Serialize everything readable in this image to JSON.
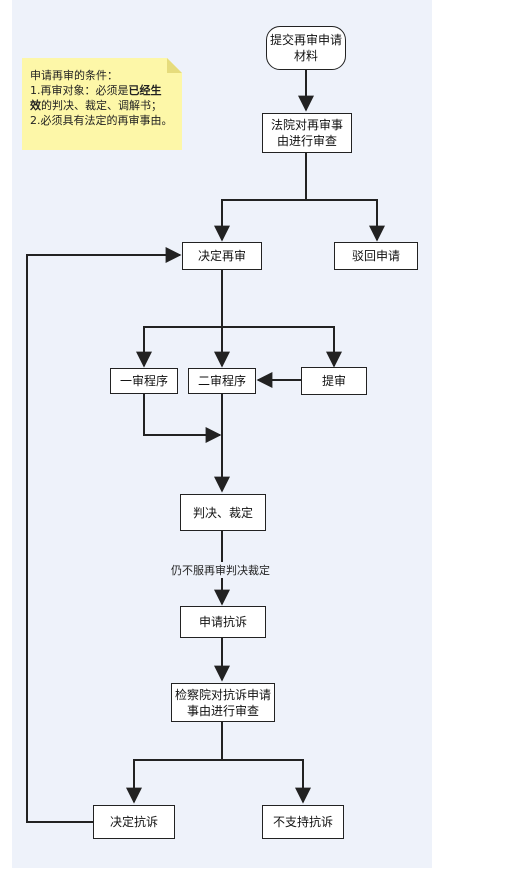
{
  "colors": {
    "canvas": "#eef2fa",
    "note": "#fdf7a8",
    "stroke": "#222222",
    "node_fill": "#ffffff"
  },
  "note": {
    "title": "申请再审的条件：",
    "line1_prefix": "1.再审对象：必须是",
    "line1_bold_a": "已经生",
    "line1_bold_b": "效",
    "line1_suffix": "的判决、裁定、调解书；",
    "line2": "2.必须具有法定的再审事由。"
  },
  "nodes": {
    "submit": "提交再审申请材料",
    "court_review": "法院对再审事由进行审查",
    "decide_retrial": "决定再审",
    "reject": "驳回申请",
    "first_instance": "一审程序",
    "second_instance": "二审程序",
    "bring_up": "提审",
    "judgment": "判决、裁定",
    "apply_protest": "申请抗诉",
    "procuratorate_review": "检察院对抗诉申请事由进行审查",
    "decide_protest": "决定抗诉",
    "no_protest": "不支持抗诉"
  },
  "edge_labels": {
    "still_disagree": "仍不服再审判决裁定"
  }
}
